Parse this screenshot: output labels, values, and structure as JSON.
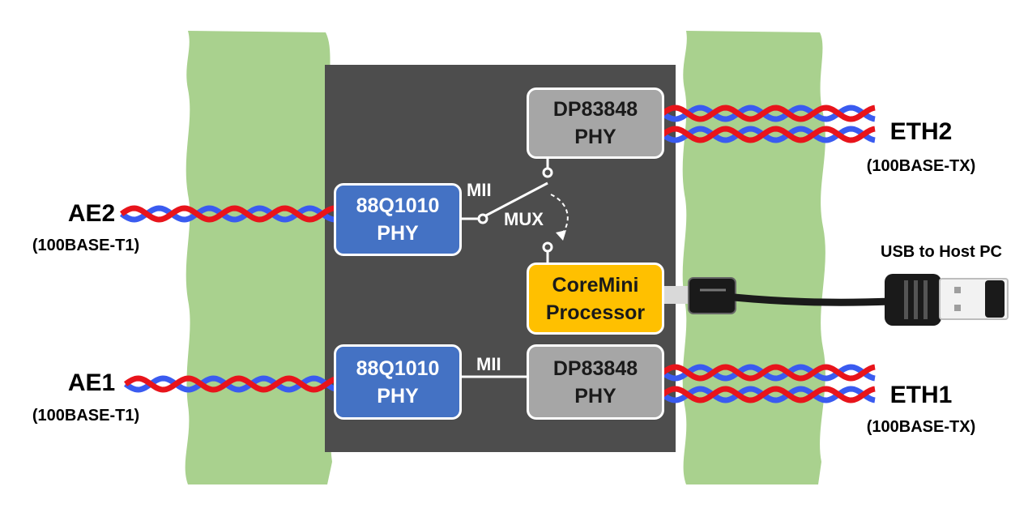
{
  "ports": {
    "ae2": {
      "name": "AE2",
      "standard": "(100BASE-T1)"
    },
    "ae1": {
      "name": "AE1",
      "standard": "(100BASE-T1)"
    },
    "eth2": {
      "name": "ETH2",
      "standard": "(100BASE-TX)"
    },
    "eth1": {
      "name": "ETH1",
      "standard": "(100BASE-TX)"
    }
  },
  "blocks": {
    "phy_t1_top": {
      "line1": "88Q1010",
      "line2": "PHY"
    },
    "phy_t1_bottom": {
      "line1": "88Q1010",
      "line2": "PHY"
    },
    "phy_tx_top": {
      "line1": "DP83848",
      "line2": "PHY"
    },
    "phy_tx_bottom": {
      "line1": "DP83848",
      "line2": "PHY"
    },
    "processor": {
      "line1": "CoreMini",
      "line2": "Processor"
    }
  },
  "links": {
    "mii_top": "MII",
    "mii_bottom": "MII",
    "mux": "MUX"
  },
  "usb": {
    "label": "USB to Host PC"
  },
  "colors": {
    "enclosure": "#4d4d4d",
    "bumper": "#a9d18e",
    "phy_t1": "#4472c4",
    "phy_tx": "#a6a6a6",
    "processor": "#ffc000",
    "wire_red": "#e8141b",
    "wire_blue": "#3a5bf0"
  }
}
